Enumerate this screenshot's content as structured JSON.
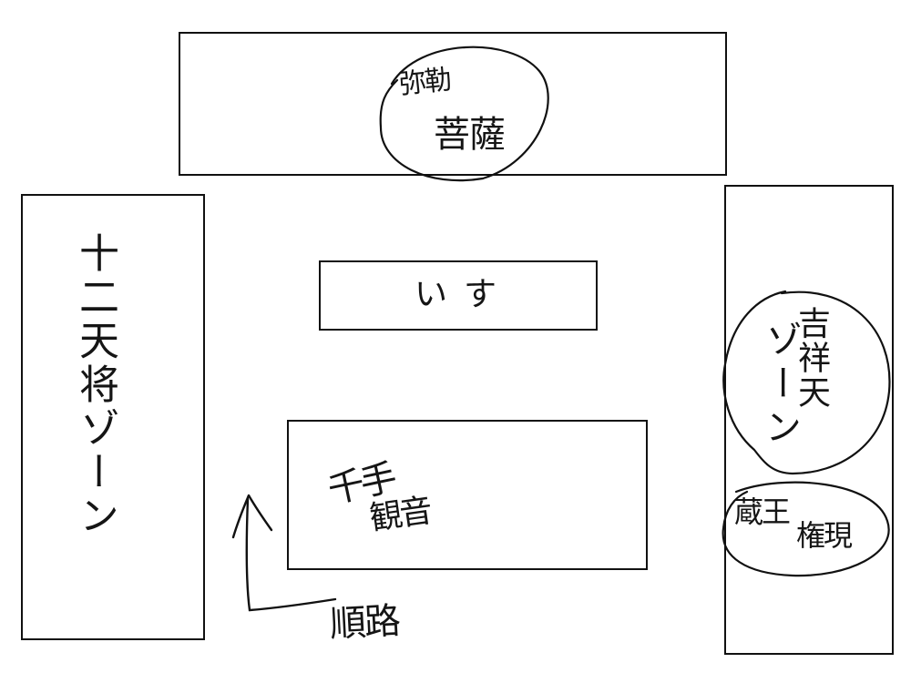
{
  "diagram": {
    "stroke_color": "#111111",
    "background_color": "#ffffff",
    "zones": {
      "top": {
        "label_line1": "弥勒",
        "label_line2": "菩薩"
      },
      "left": {
        "label": "十二天将ゾーン"
      },
      "center_small": {
        "label": "いす"
      },
      "center_large": {
        "label_line1": "千手",
        "label_line2": "観音"
      },
      "right": {
        "kichijoten_label": "吉祥天",
        "zone_label": "ゾーン",
        "zao_line1": "蔵王",
        "zao_line2": "権現"
      }
    },
    "route": {
      "label": "順路",
      "icon": "arrow-up-icon"
    }
  }
}
